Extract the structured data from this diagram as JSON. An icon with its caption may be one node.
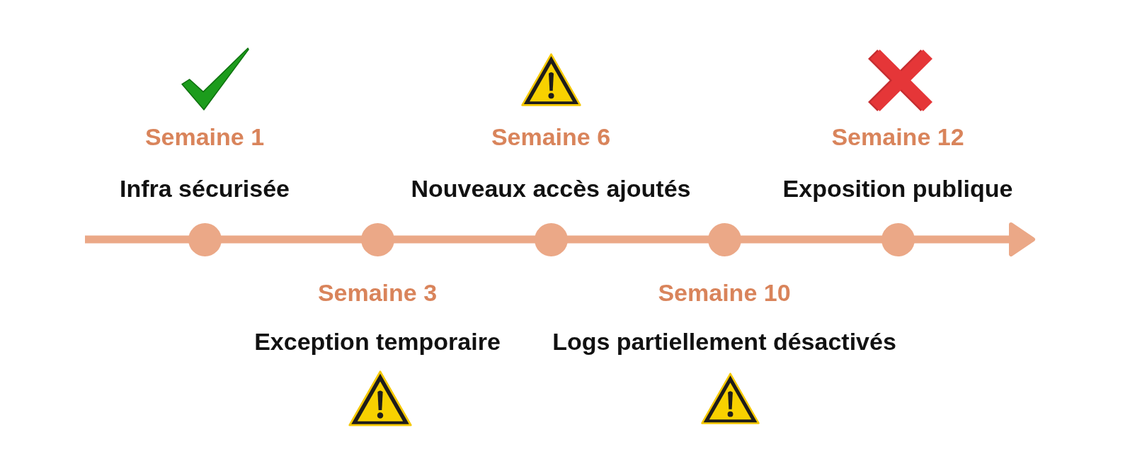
{
  "diagram": {
    "nodes": [
      {
        "text": [],
        "shape": "circle",
        "beside": [
          "Semaine 1",
          "Infra sécurisée"
        ]
      },
      {
        "text": [],
        "shape": "circle",
        "beside": [
          "Semaine 3",
          "Exception temporaire"
        ]
      },
      {
        "text": [],
        "shape": "circle",
        "beside": [
          "Semaine 6",
          "Nouveaux accès ajoutés"
        ]
      },
      {
        "text": [],
        "shape": "circle",
        "beside": [
          "Semaine 10",
          "Logs partiellement désactivés"
        ]
      },
      {
        "text": [],
        "shape": "circle",
        "beside": [
          "Semaine 12",
          "Exposition publique"
        ]
      }
    ]
  }
}
